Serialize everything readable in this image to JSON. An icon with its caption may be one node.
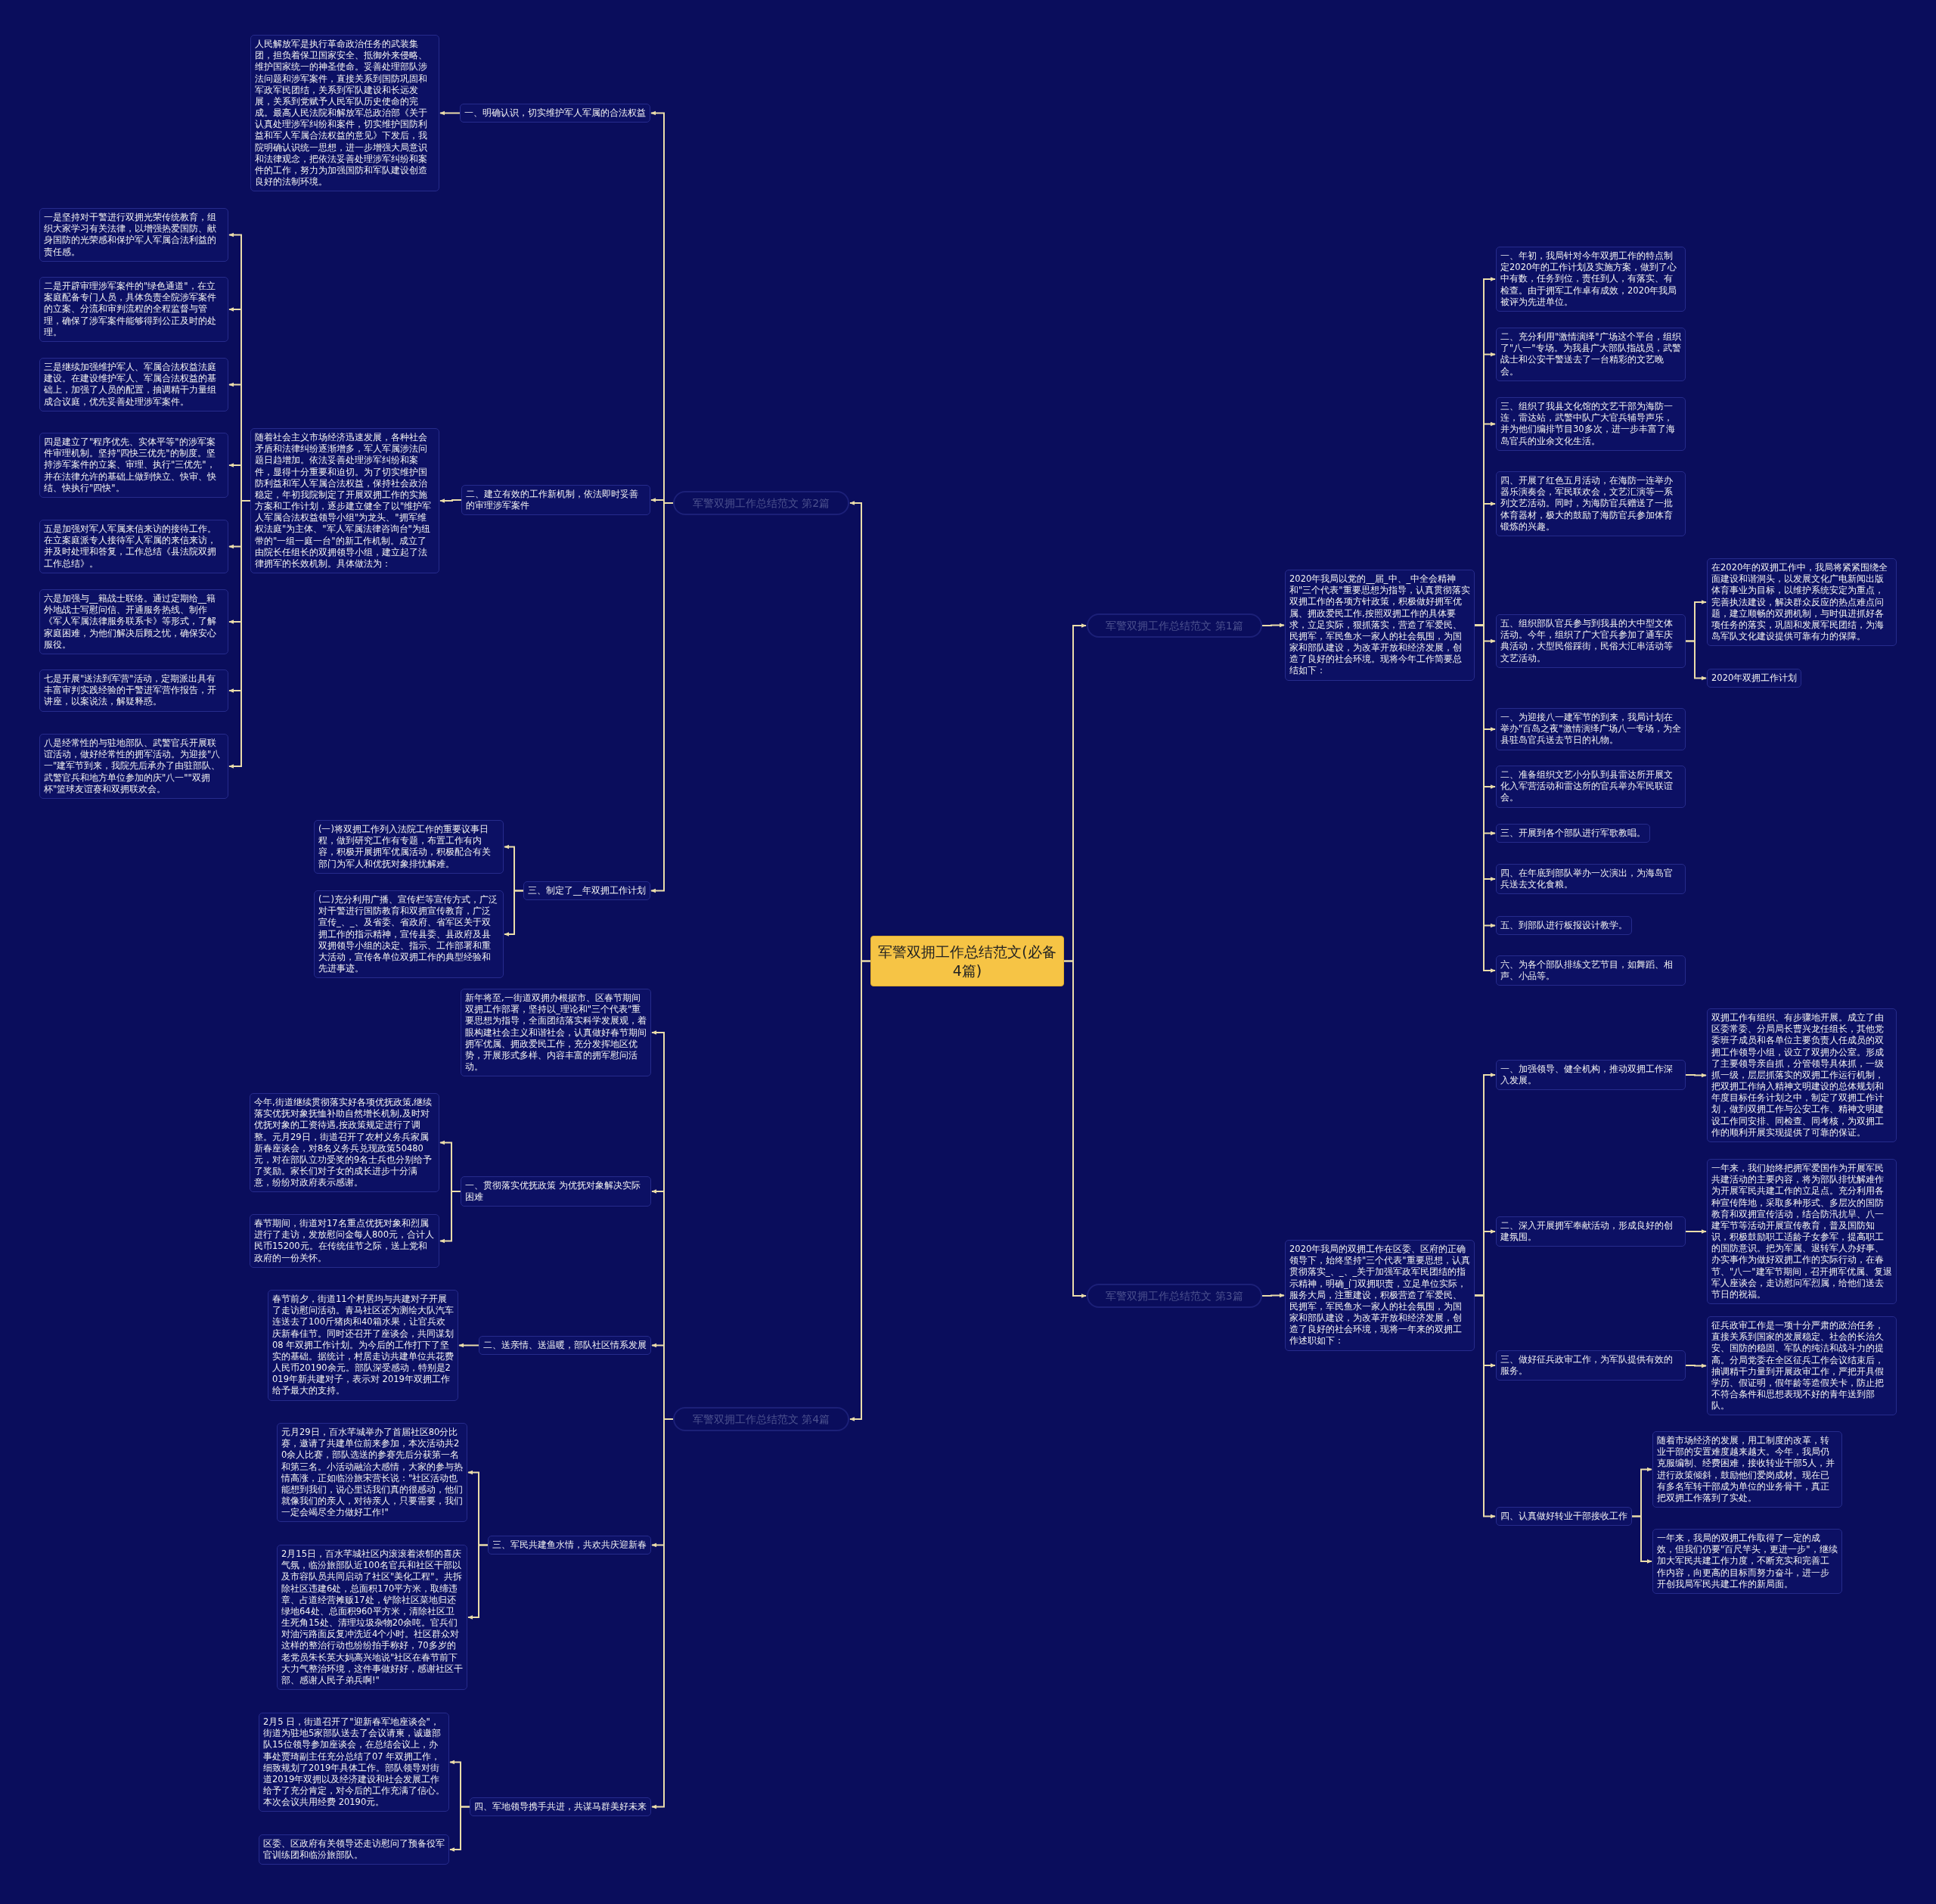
{
  "diagram": {
    "nodes": [
      {
        "text": [
          "军警双拥工作总结范文(必备4篇)"
        ]
      },
      {
        "text": [
          "军警双拥工作总结范文 第2篇"
        ]
      },
      {
        "text": [
          "一、明确认识，切实维护军人军属的合法权益"
        ]
      },
      {
        "text": [
          "人民解放军是执行革命政治任务的武装集团，担负着保卫国家安全、抵御外来侵略、维护国家统一的神圣使命。妥善处理部队涉法问题和涉军案件，直接关系到国防巩固和军政军民团结，关系到军队建设和长远发展，关系到党赋予人民军队历史使命的完成。最高人民法院和解放军总政治部《关于认真处理涉军纠纷和案件，切实维护国防利益和军人军属合法权益的意见》下发后，我院明确认识统一思想，进一步增强大局意识和法律观念，把依法妥善处理涉军纠纷和案件的工作，努力为加强国防和军队建设创造良好的法制环境。"
        ]
      },
      {
        "text": [
          "二、建立有效的工作新机制，依法即时妥善的审理涉军案件"
        ]
      },
      {
        "text": [
          "随着社会主义市场经济迅速发展，各种社会矛盾和法律纠纷逐渐增多，军人军属涉法问题日趋增加。依法妥善处理涉军纠纷和案件，显得十分重要和迫切。为了切实维护国防利益和军人军属合法权益，保持社会政治稳定，年初我院制定了开展双拥工作的实施方案和工作计划，逐步建立健全了以\"维护军人军属合法权益领导小组\"为龙头、\"拥军维权法庭\"为主体、\"军人军属法律咨询台\"为纽带的\"一组一庭一台\"的新工作机制。成立了由院长任组长的双拥领导小组，建立起了法律拥军的长效机制。具体做法为："
        ]
      },
      {
        "text": [
          "一是坚持对干警进行双拥光荣传统教育，组织大家学习有关法律，以增强热爱国防、献身国防的光荣感和保护军人军属合法利益的责任感。"
        ]
      },
      {
        "text": [
          "二是开辟审理涉军案件的\"绿色通道\"，在立案庭配备专门人员，具体负责全院涉军案件的立案、分流和审判流程的全程监督与管理，确保了涉军案件能够得到公正及时的处理。"
        ]
      },
      {
        "text": [
          "三是继续加强维护军人、军属合法权益法庭建设。在建设维护军人、军属合法权益的基础上，加强了人员的配置，抽调精干力量组成合议庭，优先妥善处理涉军案件。"
        ]
      },
      {
        "text": [
          "四是建立了\"程序优先、实体平等\"的涉军案件审理机制。坚持\"四快三优先\"的制度。坚持涉军案件的立案、审理、执行\"三优先\"，并在法律允许的基础上做到快立、快审、快结、快执行\"四快\"。"
        ]
      },
      {
        "text": [
          "五是加强对军人军属来信来访的接待工作。在立案庭派专人接待军人军属的来信来访，并及时处理和答复，工作总结《县法院双拥工作总结》。"
        ]
      },
      {
        "text": [
          "六是加强与__籍战士联络。通过定期给__籍外地战士写慰问信、开通服务热线、制作《军人军属法律服务联系卡》等形式，了解家庭困难，为他们解决后顾之忧，确保安心服役。"
        ]
      },
      {
        "text": [
          "七是开展\"送法到军营\"活动，定期派出具有丰富审判实践经验的干警进军营作报告，开讲座，以案说法，解疑释惑。"
        ]
      },
      {
        "text": [
          "八是经常性的与驻地部队、武警官兵开展联谊活动，做好经常性的拥军活动。为迎接\"八一\"建军节到来，我院先后承办了由驻部队、武警官兵和地方单位参加的庆\"八一\"\"双拥杯\"篮球友谊赛和双拥联欢会。"
        ]
      },
      {
        "text": [
          "三、制定了__年双拥工作计划"
        ]
      },
      {
        "text": [
          "(一)将双拥工作列入法院工作的重要议事日程，做到研究工作有专题，布置工作有内容，积极开展拥军优属活动，积极配合有关部门为军人和优抚对象排忧解难。"
        ]
      },
      {
        "text": [
          "(二)充分利用广播、宣传栏等宣传方式，广泛对干警进行国防教育和双拥宣传教育，广泛宣传_、_、及省委、省政府、省军区关于双拥工作的指示精神，宣传县委、县政府及县双拥领导小组的决定、指示、工作部署和重大活动，宣传各单位双拥工作的典型经验和先进事迹。"
        ]
      },
      {
        "text": [
          "军警双拥工作总结范文 第4篇"
        ]
      },
      {
        "text": [
          "新年将至,一街道双拥办根据市、区春节期间双拥工作部署，坚持以_理论和\"三个代表\"重要思想为指导，全面团结落实科学发展观，着眼构建社会主义和谐社会，认真做好春节期间拥军优属、拥政爱民工作，充分发挥地区优势，开展形式多样、内容丰富的拥军慰问活动。"
        ]
      },
      {
        "text": [
          "一、贯彻落实优抚政策 为优抚对象解决实际困难"
        ]
      },
      {
        "text": [
          "今年,街道继续贯彻落实好各项优抚政策,继续落实优抚对象抚恤补助自然增长机制,及时对优抚对象的工资待遇,按政策规定进行了调整。元月29日，街道召开了农村义务兵家属新春座谈会，对8名义务兵兑现政策50480元，对在部队立功受奖的9名士兵也分别给予了奖励。家长们对子女的成长进步十分满意，纷纷对政府表示感谢。"
        ]
      },
      {
        "text": [
          "春节期间，街道对17名重点优抚对象和烈属进行了走访，发放慰问金每人800元，合计人民币15200元。在传统佳节之际，送上党和政府的一份关怀。"
        ]
      },
      {
        "text": [
          "二、送亲情、送温暖，部队社区情系发展"
        ]
      },
      {
        "text": [
          "春节前夕，街道11个村居均与共建对子开展了走访慰问活动。青马社区还为测绘大队汽车连送去了100斤猪肉和40箱水果，让官兵欢庆新春佳节。同时还召开了座谈会，共同谋划08 年双拥工作计划。为今后的工作打下了坚实的基础。据统计，村居走访共建单位共花费人民币20190余元。部队深受感动，特别是2019年新共建对子，表示对 2019年双拥工作给予最大的支持。"
        ]
      },
      {
        "text": [
          "三、军民共建鱼水情，共欢共庆迎新春"
        ]
      },
      {
        "text": [
          "元月29日，百水芊城举办了首届社区80分比赛，邀请了共建单位前来参加，本次活动共20余人比赛，部队选送的参赛先后分获第一名和第三名。小活动融洽大感情，大家的参与热情高涨，正如临汾旅宋营长说：\"社区活动也能想到我们，说心里话我们真的很感动，他们就像我们的亲人，对待亲人，只要需要，我们一定会竭尽全力做好工作!\""
        ]
      },
      {
        "text": [
          "2月15日，百水芊城社区内滚滚着浓郁的喜庆气氛，临汾旅部队近100名官兵和社区干部以及市容队员共同启动了社区\"美化工程\"。共拆除社区违建6处，总面积170平方米，取缔违章、占道经营摊贩17处，铲除社区菜地归还绿地64处、总面积960平方米，清除社区卫生死角15处、清理垃圾杂物20余吨。官兵们对油污路面反复冲洗近4个小时。社区群众对这样的整治行动也纷纷拍手称好，70多岁的老党员朱长英大妈高兴地说\"社区在春节前下大力气整治环境，这件事做好好，感谢社区干部、感谢人民子弟兵啊!\""
        ]
      },
      {
        "text": [
          "四、军地领导携手共进，共谋马群美好未来"
        ]
      },
      {
        "text": [
          "2月5 日，街道召开了\"迎新春军地座谈会\"，街道为驻地5家部队送去了会议请柬，诚邀部队15位领导参加座谈会，在总结会议上，办事处贾琦副主任充分总结了07 年双拥工作，细致规划了2019年具体工作。部队领导对街道2019年双拥以及经济建设和社会发展工作给予了充分肯定，对今后的工作充满了信心。本次会议共用经费 20190元。"
        ]
      },
      {
        "text": [
          "区委、区政府有关领导还走访慰问了预备役军官训练团和临汾旅部队。"
        ]
      },
      {
        "text": [
          "军警双拥工作总结范文 第1篇"
        ]
      },
      {
        "text": [
          "2020年我局以党的__届_中、_中全会精神和\"三个代表\"重要思想为指导，认真贯彻落实双拥工作的各项方针政策，积极做好拥军优属、拥政爱民工作,按照双拥工作的具体要求，立足实际，狠抓落实，营造了军爱民、民拥军，军民鱼水一家人的社会氛围，为国家和部队建设，为改革开放和经济发展，创造了良好的社会环境。现将今年工作简要总结如下："
        ]
      },
      {
        "text": [
          "一、年初，我局针对今年双拥工作的特点制定2020年的工作计划及实施方案，做到了心中有数，任务到位，责任到人，有落实、有检查。由于拥军工作卓有成效，2020年我局被评为先进单位。"
        ]
      },
      {
        "text": [
          "二、充分利用\"激情演绎\"广场这个平台，组织了\"八一\"专场。为我县广大部队指战员，武警战士和公安干警送去了一台精彩的文艺晚会。"
        ]
      },
      {
        "text": [
          "三、组织了我县文化馆的文艺干部为海防一连，雷达站，武警中队广大官兵辅导声乐，并为他们编排节目30多次，进一步丰富了海岛官兵的业余文化生活。"
        ]
      },
      {
        "text": [
          "四、开展了红色五月活动，在海防一连举办器乐演奏会，军民联欢会，文艺汇演等一系列文艺活动。同时，为海防官兵赠送了一批体育器材，极大的鼓励了海防官兵参加体育锻炼的兴趣。"
        ]
      },
      {
        "text": [
          "五、组织部队官兵参与到我县的大中型文体活动。今年，组织了广大官兵参加了通车庆典活动，大型民俗踩街，民俗大汇串活动等文艺活动。"
        ]
      },
      {
        "text": [
          "在2020年的双拥工作中，我局将紧紧围绕全面建设和谐洞头，以发展文化广电新闻出版体育事业为目标，以维护系统安定为重点，完善执法建设，解决群众反应的热点难点问题，建立顺畅的双拥机制，与时俱进抓好各项任务的落实，巩固和发展军民团结，为海岛军队文化建设提供可靠有力的保障。"
        ]
      },
      {
        "text": [
          "2020年双拥工作计划"
        ]
      },
      {
        "text": [
          "一、为迎接八一建军节的到来，我局计划在举办\"百岛之夜\"激情演绎广场八一专场，为全县驻岛官兵送去节日的礼物。"
        ]
      },
      {
        "text": [
          "二、准备组织文艺小分队到县雷达所开展文化入军营活动和雷达所的官兵举办军民联谊会。"
        ]
      },
      {
        "text": [
          "三、开展到各个部队进行军歌教唱。"
        ]
      },
      {
        "text": [
          "四、在年底到部队举办一次演出，为海岛官兵送去文化食粮。"
        ]
      },
      {
        "text": [
          "五、到部队进行板报设计教学。"
        ]
      },
      {
        "text": [
          "六、为各个部队排练文艺节目，如舞蹈、相声、小品等。"
        ]
      },
      {
        "text": [
          "军警双拥工作总结范文 第3篇"
        ]
      },
      {
        "text": [
          "2020年我局的双拥工作在区委、区府的正确领导下，始终坚持\"三个代表\"重要思想，认真贯彻落实_、_、_关于加强军政军民团结的指示精神，明确_门双拥职责，立足单位实际，服务大局，注重建设，积极营造了军爱民、民拥军，军民鱼水一家人的社会氛围，为国家和部队建设，为改革开放和经济发展，创造了良好的社会环境，现将一年来的双拥工作述职如下："
        ]
      },
      {
        "text": [
          "一、加强领导、健全机构，推动双拥工作深入发展。"
        ]
      },
      {
        "text": [
          "双拥工作有组织、有步骤地开展。成立了由区委常委、分局局长曹兴龙任组长，其他党委班子成员和各单位主要负责人任成员的双拥工作领导小组，设立了双拥办公室。形成了主要领导亲自抓，分管领导具体抓，一级抓一级，层层抓落实的双拥工作运行机制，把双拥工作纳入精神文明建设的总体规划和年度目标任务计划之中，制定了双拥工作计划，做到双拥工作与公安工作、精神文明建设工作同安排、同检查、同考核，为双拥工作的顺利开展实现提供了可靠的保证。"
        ]
      },
      {
        "text": [
          "二、深入开展拥军奉献活动，形成良好的创建氛围。"
        ]
      },
      {
        "text": [
          "一年来，我们始终把拥军爱国作为开展军民共建活动的主要内容，将为部队排忧解难作为开展军民共建工作的立足点。充分利用各种宣传阵地，采取多种形式、多层次的国防教育和双拥宣传活动，结合防汛抗旱、八一建军节等活动开展宣传教育，普及国防知识，积极鼓励职工适龄子女参军，提高职工的国防意识。把为军属、退转军人办好事、办实事作为做好双拥工作的实际行动，在春节、\"八一\"建军节期间，召开拥军优属、复退军人座谈会，走访慰问军烈属，给他们送去节日的祝福。"
        ]
      },
      {
        "text": [
          "三、做好征兵政审工作，为军队提供有效的服务。"
        ]
      },
      {
        "text": [
          "征兵政审工作是一项十分严肃的政治任务，直接关系到国家的发展稳定、社会的长治久安、国防的稳固、军队的纯洁和战斗力的提高。分局党委在全区征兵工作会议结束后，抽调精干力量到开展政审工作，严把开具假学历、假证明，假年龄等造假关卡，防止把不符合条件和思想表现不好的青年送到部队。"
        ]
      },
      {
        "text": [
          "四、认真做好转业干部接收工作"
        ]
      },
      {
        "text": [
          "随着市场经济的发展，用工制度的改革，转业干部的安置难度越来越大。今年，我局仍克服编制、经费困难，接收转业干部5人，并进行政策倾斜，鼓励他们爱岗成材。现在已有多名军转干部成为单位的业务骨干，真正把双拥工作落到了实处。"
        ]
      },
      {
        "text": [
          "一年来，我局的双拥工作取得了一定的成效，但我们仍要\"百尺竿头，更进一步\"，继续加大军民共建工作力度，不断充实和完善工作内容，向更高的目标而努力奋斗，进一步开创我局军民共建工作的新局面。"
        ]
      }
    ],
    "edges": [
      {
        "from": 0,
        "to": 1,
        "arrow": "to"
      },
      {
        "from": 1,
        "to": 2,
        "arrow": "to"
      },
      {
        "from": 2,
        "to": 3,
        "arrow": "to"
      },
      {
        "from": 1,
        "to": 4,
        "arrow": "to"
      },
      {
        "from": 4,
        "to": 5,
        "arrow": "to"
      },
      {
        "from": 5,
        "to": 6,
        "arrow": "to"
      },
      {
        "from": 5,
        "to": 7,
        "arrow": "to"
      },
      {
        "from": 5,
        "to": 8,
        "arrow": "to"
      },
      {
        "from": 5,
        "to": 9,
        "arrow": "to"
      },
      {
        "from": 5,
        "to": 10,
        "arrow": "to"
      },
      {
        "from": 5,
        "to": 11,
        "arrow": "to"
      },
      {
        "from": 5,
        "to": 12,
        "arrow": "to"
      },
      {
        "from": 5,
        "to": 13,
        "arrow": "to"
      },
      {
        "from": 1,
        "to": 14,
        "arrow": "to"
      },
      {
        "from": 14,
        "to": 15,
        "arrow": "to"
      },
      {
        "from": 14,
        "to": 16,
        "arrow": "to"
      },
      {
        "from": 0,
        "to": 17,
        "arrow": "to"
      },
      {
        "from": 17,
        "to": 18,
        "arrow": "to"
      },
      {
        "from": 17,
        "to": 19,
        "arrow": "to"
      },
      {
        "from": 19,
        "to": 20,
        "arrow": "to"
      },
      {
        "from": 19,
        "to": 21,
        "arrow": "to"
      },
      {
        "from": 17,
        "to": 22,
        "arrow": "to"
      },
      {
        "from": 22,
        "to": 23,
        "arrow": "to"
      },
      {
        "from": 17,
        "to": 24,
        "arrow": "to"
      },
      {
        "from": 24,
        "to": 25,
        "arrow": "to"
      },
      {
        "from": 24,
        "to": 26,
        "arrow": "to"
      },
      {
        "from": 17,
        "to": 27,
        "arrow": "to"
      },
      {
        "from": 27,
        "to": 28,
        "arrow": "to"
      },
      {
        "from": 27,
        "to": 29,
        "arrow": "to"
      },
      {
        "from": 0,
        "to": 30,
        "arrow": "to"
      },
      {
        "from": 30,
        "to": 31,
        "arrow": "to"
      },
      {
        "from": 31,
        "to": 32,
        "arrow": "to"
      },
      {
        "from": 31,
        "to": 33,
        "arrow": "to"
      },
      {
        "from": 31,
        "to": 34,
        "arrow": "to"
      },
      {
        "from": 31,
        "to": 35,
        "arrow": "to"
      },
      {
        "from": 31,
        "to": 36,
        "arrow": "to"
      },
      {
        "from": 36,
        "to": 37,
        "arrow": "to"
      },
      {
        "from": 36,
        "to": 38,
        "arrow": "to"
      },
      {
        "from": 31,
        "to": 39,
        "arrow": "to"
      },
      {
        "from": 31,
        "to": 40,
        "arrow": "to"
      },
      {
        "from": 31,
        "to": 41,
        "arrow": "to"
      },
      {
        "from": 31,
        "to": 42,
        "arrow": "to"
      },
      {
        "from": 31,
        "to": 43,
        "arrow": "to"
      },
      {
        "from": 31,
        "to": 44,
        "arrow": "to"
      },
      {
        "from": 0,
        "to": 45,
        "arrow": "to"
      },
      {
        "from": 45,
        "to": 46,
        "arrow": "to"
      },
      {
        "from": 46,
        "to": 47,
        "arrow": "to"
      },
      {
        "from": 47,
        "to": 48,
        "arrow": "to"
      },
      {
        "from": 46,
        "to": 49,
        "arrow": "to"
      },
      {
        "from": 49,
        "to": 50,
        "arrow": "to"
      },
      {
        "from": 46,
        "to": 51,
        "arrow": "to"
      },
      {
        "from": 51,
        "to": 52,
        "arrow": "to"
      },
      {
        "from": 46,
        "to": 53,
        "arrow": "to"
      },
      {
        "from": 53,
        "to": 54,
        "arrow": "to"
      },
      {
        "from": 53,
        "to": 55,
        "arrow": "to"
      }
    ]
  }
}
